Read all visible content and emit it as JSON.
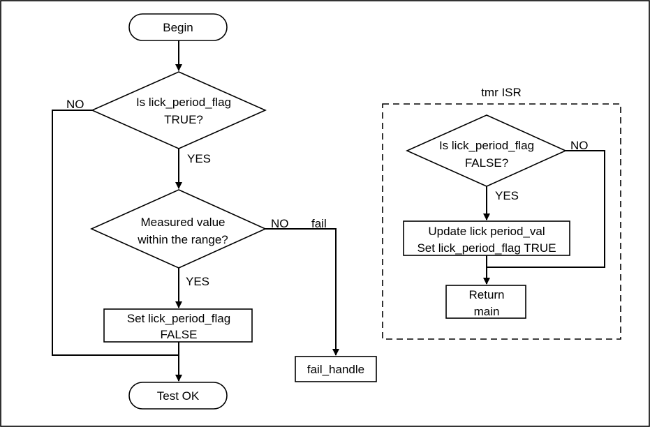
{
  "main_flow": {
    "begin": "Begin",
    "decision_flag_true": {
      "line1": "Is lick_period_flag",
      "line2": "TRUE?"
    },
    "yes_1": "YES",
    "no_1": "NO",
    "decision_range": {
      "line1": "Measured value",
      "line2": "within the range?"
    },
    "yes_2": "YES",
    "no_2": "NO",
    "fail_label": "fail",
    "set_flag_false": {
      "line1": "Set lick_period_flag",
      "line2": "FALSE"
    },
    "fail_handle": "fail_handle",
    "test_ok": "Test OK"
  },
  "tmr_isr": {
    "title": "tmr ISR",
    "decision_flag_false": {
      "line1": "Is lick_period_flag",
      "line2": "FALSE?"
    },
    "yes": "YES",
    "no": "NO",
    "update_box": {
      "line1": "Update lick period_val",
      "line2": "Set lick_period_flag TRUE"
    },
    "return_box": {
      "line1": "Return",
      "line2": "main"
    }
  }
}
